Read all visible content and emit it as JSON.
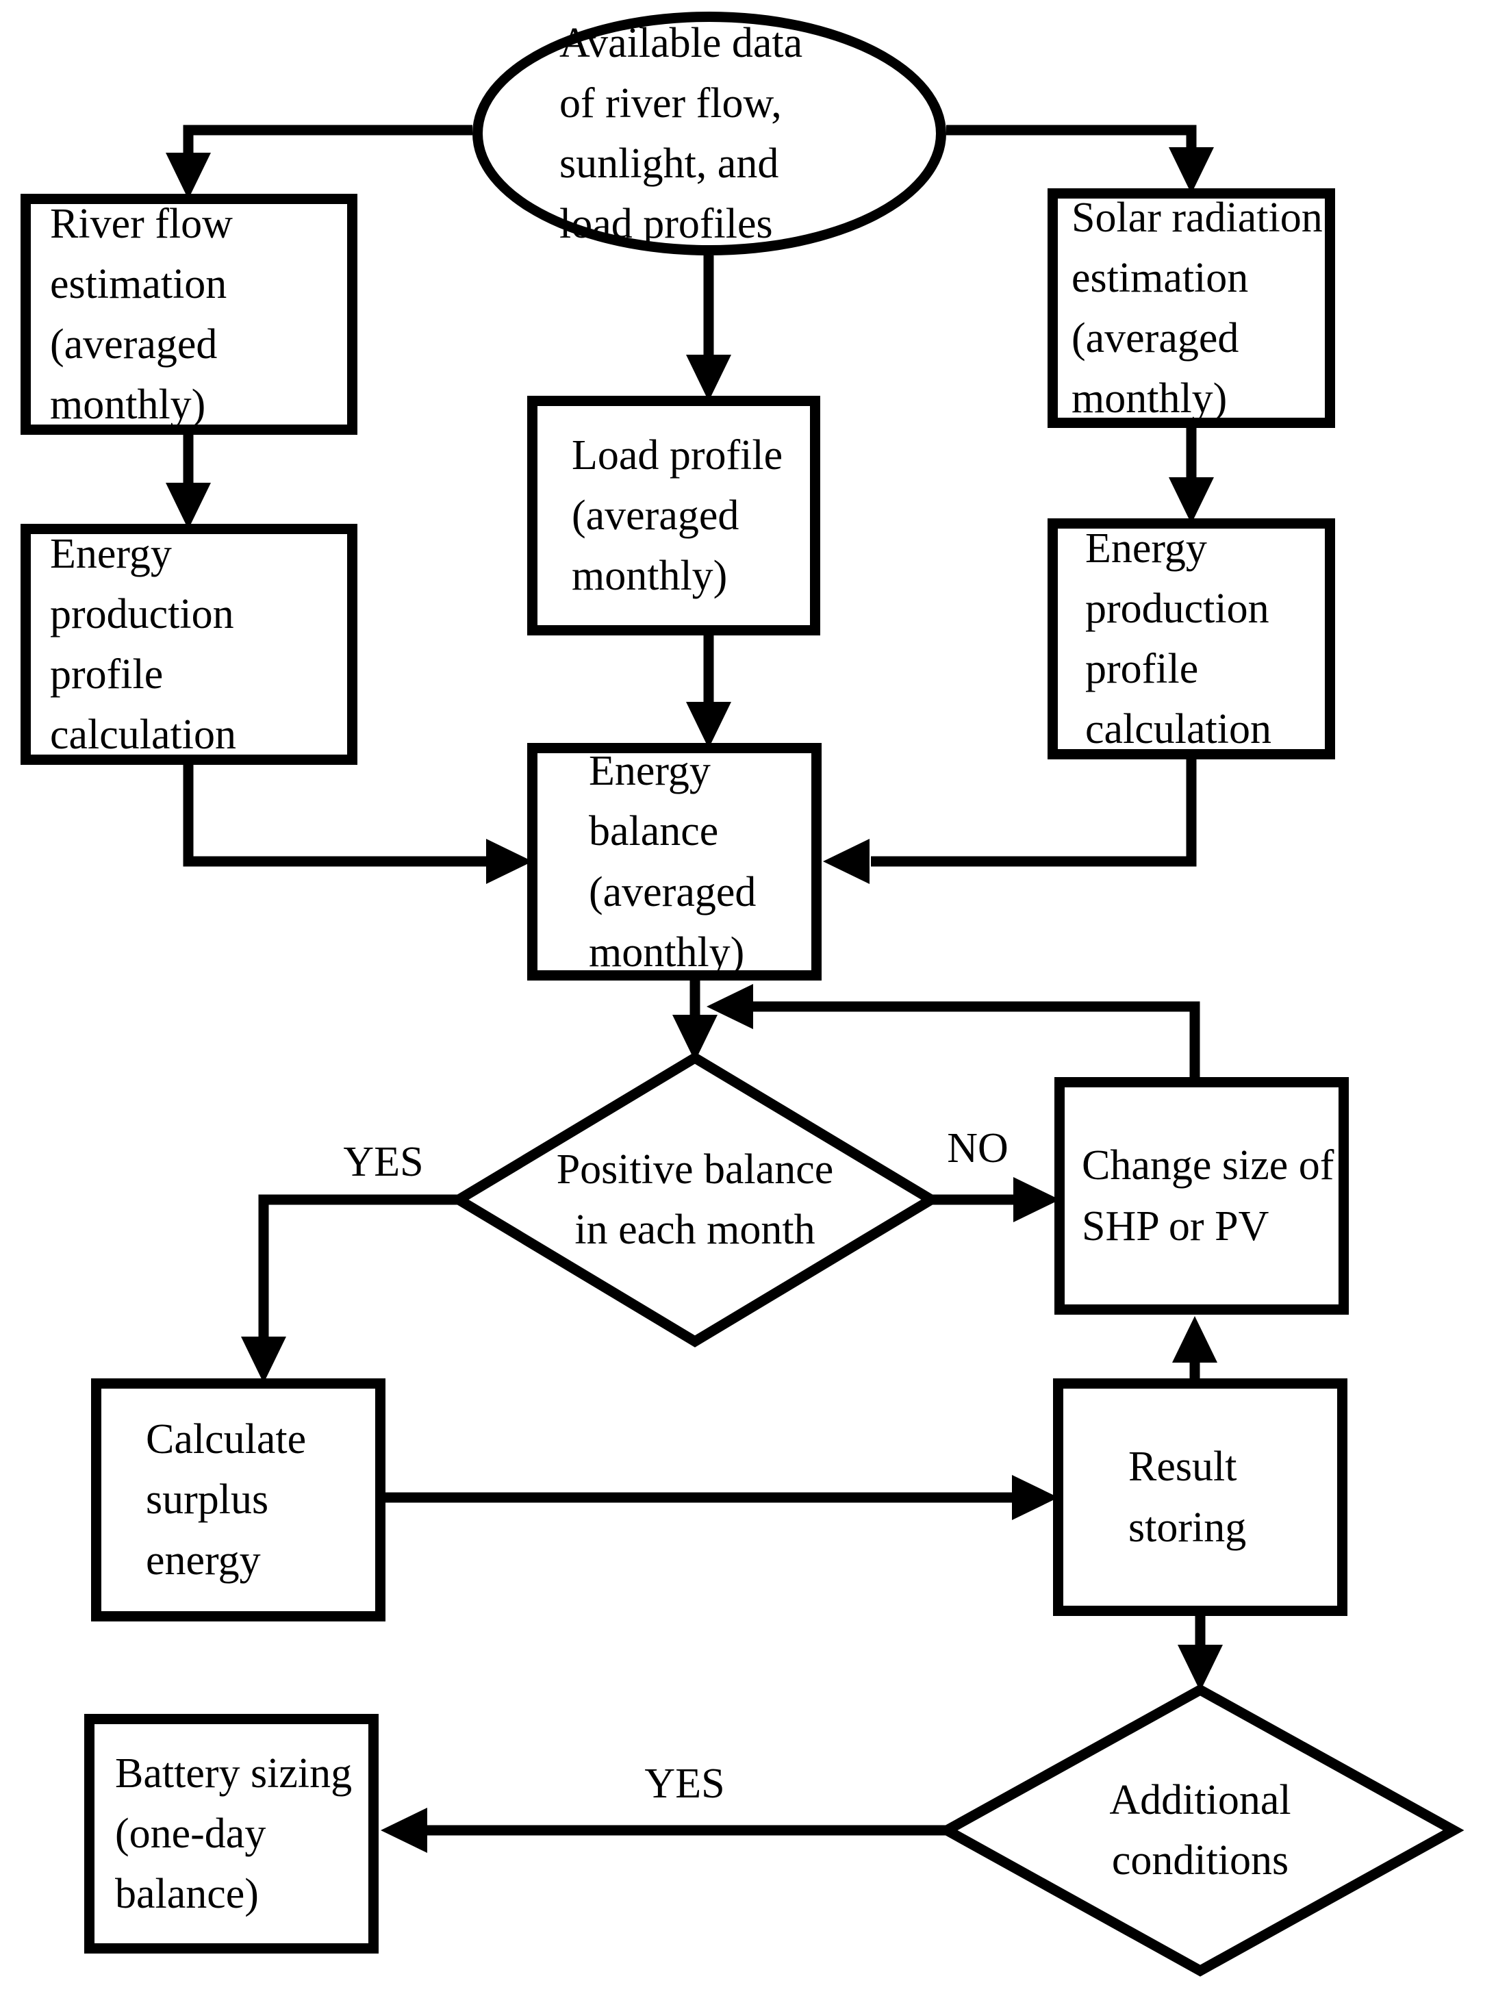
{
  "nodes": {
    "available_data": "Available data\nof river flow,\nsunlight, and\nload profiles",
    "river_flow": "River flow\nestimation\n(averaged\nmonthly)",
    "energy_production_left": "Energy\nproduction\nprofile\ncalculation",
    "load_profile": "Load profile\n(averaged\nmonthly)",
    "solar_radiation": "Solar radiation\nestimation\n(averaged\nmonthly)",
    "energy_production_right": "Energy\nproduction\nprofile\ncalculation",
    "energy_balance": "Energy\nbalance\n(averaged\nmonthly)",
    "positive_balance": "Positive balance\nin each month",
    "change_size": "Change size of\nSHP or PV",
    "calculate_surplus": "Calculate\nsurplus\nenergy",
    "result_storing": "Result\nstoring",
    "additional_conditions": "Additional\nconditions",
    "battery_sizing": "Battery sizing\n(one-day\nbalance)"
  },
  "edge_labels": {
    "positive_balance_yes": "YES",
    "positive_balance_no": "NO",
    "additional_conditions_yes": "YES"
  },
  "edges": [
    {
      "from": "available_data",
      "to": "river_flow"
    },
    {
      "from": "available_data",
      "to": "load_profile"
    },
    {
      "from": "available_data",
      "to": "solar_radiation"
    },
    {
      "from": "river_flow",
      "to": "energy_production_left"
    },
    {
      "from": "energy_production_left",
      "to": "energy_balance"
    },
    {
      "from": "load_profile",
      "to": "energy_balance"
    },
    {
      "from": "solar_radiation",
      "to": "energy_production_right"
    },
    {
      "from": "energy_production_right",
      "to": "energy_balance"
    },
    {
      "from": "energy_balance",
      "to": "positive_balance"
    },
    {
      "from": "positive_balance",
      "to": "calculate_surplus",
      "label": "YES"
    },
    {
      "from": "positive_balance",
      "to": "change_size",
      "label": "NO"
    },
    {
      "from": "change_size",
      "to": "energy_balance"
    },
    {
      "from": "calculate_surplus",
      "to": "result_storing"
    },
    {
      "from": "result_storing",
      "to": "change_size"
    },
    {
      "from": "result_storing",
      "to": "additional_conditions"
    },
    {
      "from": "additional_conditions",
      "to": "battery_sizing",
      "label": "YES"
    }
  ],
  "colors": {
    "stroke": "#000000",
    "background": "#ffffff"
  }
}
